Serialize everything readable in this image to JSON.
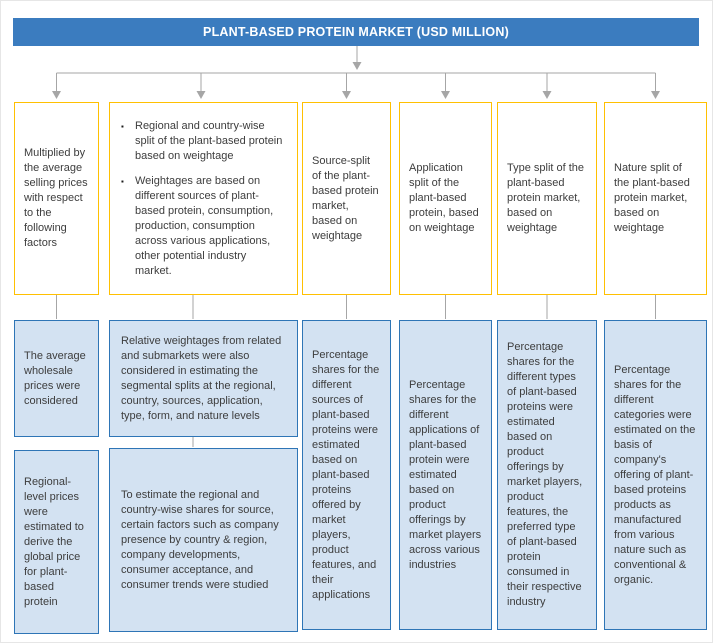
{
  "header": {
    "title": "PLANT-BASED PROTEIN MARKET (USD MILLION)"
  },
  "bullet_glyph": "▪",
  "columns": [
    {
      "top": "Multiplied by the average selling prices with respect to the following factors",
      "bottom_a": "The average wholesale prices were considered",
      "bottom_b": "Regional-level prices were estimated to derive the global price for plant-based protein"
    },
    {
      "top_bullets": [
        "Regional and country-wise split of the plant-based protein based on weightage",
        "Weightages are based on different sources of plant-based protein, consumption, production, consumption across various applications, other potential industry market."
      ],
      "bottom_a": "Relative weightages from related and submarkets were also considered in estimating the segmental splits at the regional, country, sources, application, type, form, and nature levels",
      "bottom_b": "To estimate the regional and country-wise shares for source, certain factors such as company presence by country & region, company developments, consumer acceptance, and consumer trends were studied"
    },
    {
      "top": "Source-split of the plant-based protein market, based on weightage",
      "bottom": "Percentage shares for the different sources of plant-based proteins were estimated based on plant-based proteins offered by market players, product features, and their applications"
    },
    {
      "top": "Application split of the plant-based protein, based on weightage",
      "bottom": "Percentage shares for the different applications of plant-based protein were estimated based on product offerings by market players across various industries"
    },
    {
      "top": "Type split of the plant-based protein market, based on weightage",
      "bottom": "Percentage shares for the different types of plant-based proteins were estimated based on product offerings by market players, product features, the preferred type of plant-based protein consumed in their respective industry"
    },
    {
      "top": "Nature split of the plant-based protein market, based on weightage",
      "bottom": "Percentage shares for the different categories were estimated on the basis of company's offering of plant-based proteins products as manufactured from various nature such as conventional & organic."
    }
  ],
  "colors": {
    "header_bg": "#3B7CBF",
    "top_box_border": "#FFC001",
    "info_box_bg": "#D3E2F2",
    "info_box_border": "#2E75B6",
    "connector": "#A6A6A6"
  }
}
